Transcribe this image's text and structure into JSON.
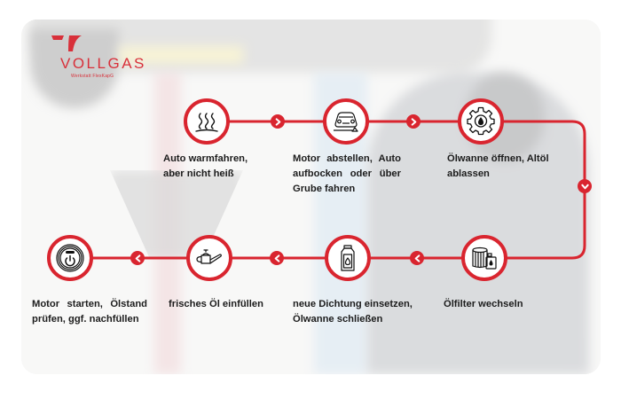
{
  "brand": {
    "name": "VOLLGAS",
    "subtitle": "Werkstatt FlexKapG",
    "color": "#d8303a"
  },
  "accent_color": "#d9252f",
  "steps": [
    {
      "index": 1,
      "icon": "steam-heat-icon",
      "label_line1": "Auto warmfahren,",
      "label_line2": "aber nicht heiß",
      "label_line3": ""
    },
    {
      "index": 2,
      "icon": "car-jack-icon",
      "label_line1": "Motor abstellen, Auto",
      "label_line2": "aufbocken oder über",
      "label_line3": "Grube fahren"
    },
    {
      "index": 3,
      "icon": "gear-oil-drop-icon",
      "label_line1": "Ölwanne öffnen, Altöl",
      "label_line2": "ablassen",
      "label_line3": ""
    },
    {
      "index": 4,
      "icon": "oil-filter-canister-icon",
      "label_line1": "Ölfilter wechseln",
      "label_line2": "",
      "label_line3": ""
    },
    {
      "index": 5,
      "icon": "oil-bottle-icon",
      "label_line1": "neue Dichtung einsetzen,",
      "label_line2": "Ölwanne schließen",
      "label_line3": ""
    },
    {
      "index": 6,
      "icon": "oil-can-icon",
      "label_line1": "frisches Öl einfüllen",
      "label_line2": "",
      "label_line3": ""
    },
    {
      "index": 7,
      "icon": "power-button-icon",
      "label_line1": "Motor starten, Ölstand",
      "label_line2": "prüfen, ggf. nachfüllen",
      "label_line3": ""
    }
  ],
  "connectors": {
    "top_row_direction": "right",
    "side_direction": "down",
    "bottom_row_direction": "left"
  }
}
